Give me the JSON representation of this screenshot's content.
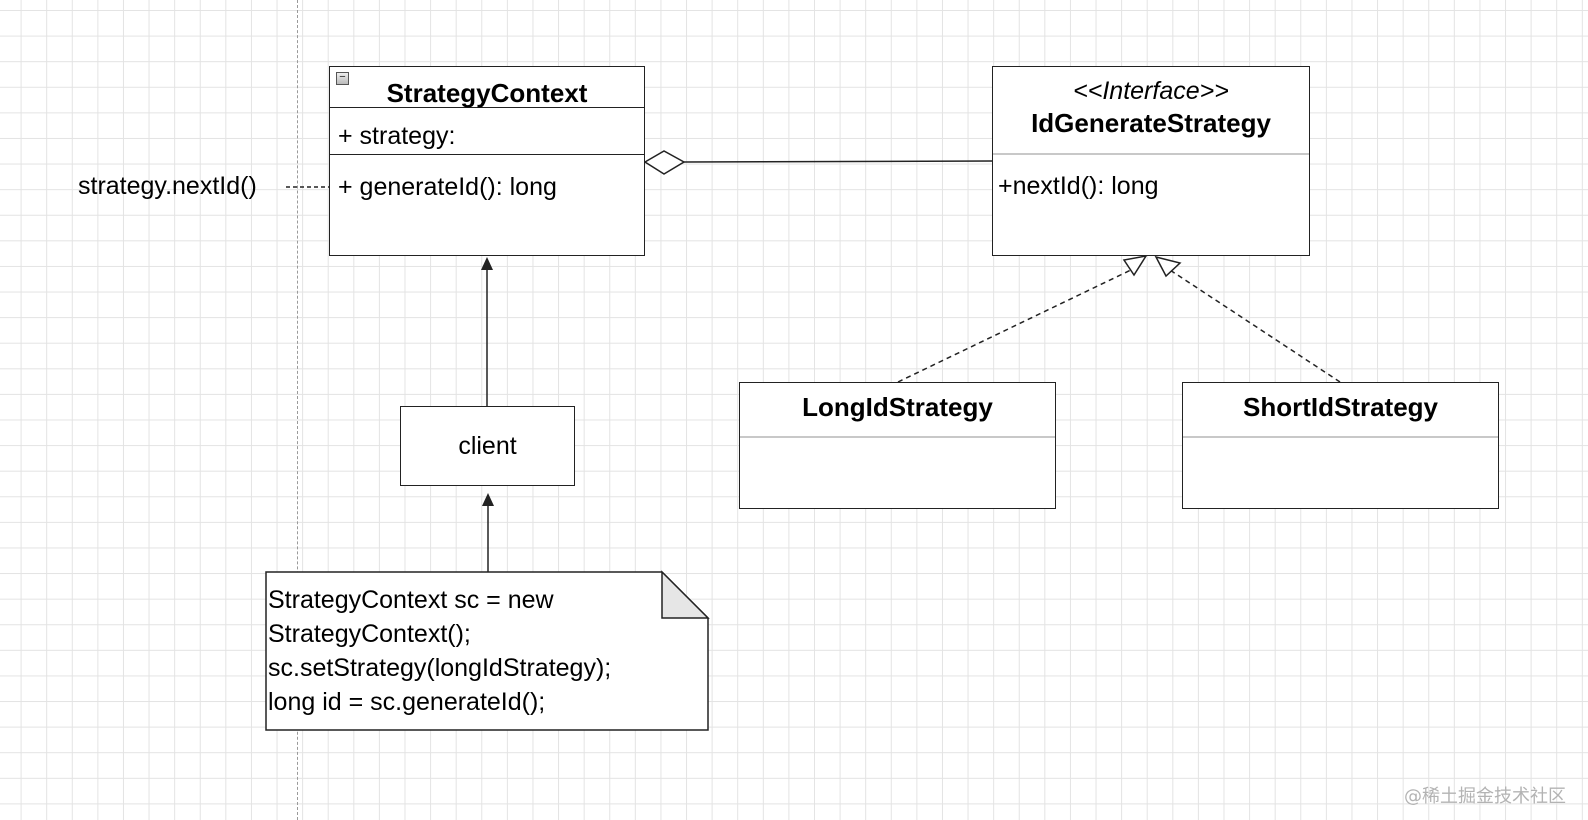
{
  "strategy_context": {
    "title": "StrategyContext",
    "attribute": "+ strategy:",
    "method": "+ generateId(): long"
  },
  "id_generate_strategy": {
    "stereotype": "<<Interface>>",
    "title": "IdGenerateStrategy",
    "method": "+nextId(): long"
  },
  "long_id_strategy": {
    "title": "LongIdStrategy"
  },
  "short_id_strategy": {
    "title": "ShortIdStrategy"
  },
  "client": {
    "label": "client"
  },
  "annotation": {
    "label": "strategy.nextId()"
  },
  "note": {
    "lines": [
      "StrategyContext sc = new",
      "StrategyContext();",
      "sc.setStrategy(longIdStrategy);",
      "long id = sc.generateId();"
    ]
  },
  "watermark": "@稀土掘金技术社区"
}
